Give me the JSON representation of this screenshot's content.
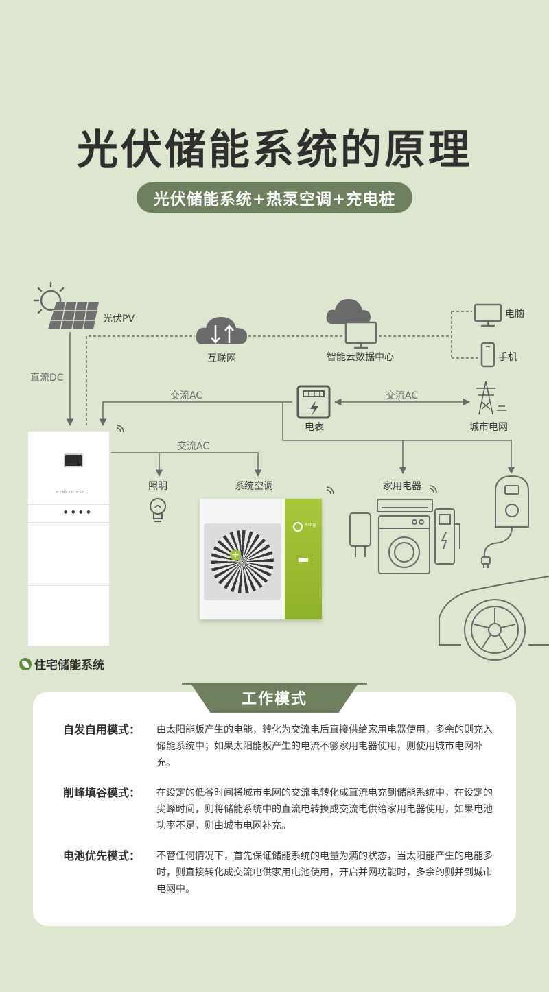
{
  "title": "光伏储能系统的原理",
  "subtitle": "光伏储能系统+热泵空调+充电桩",
  "nodes": {
    "pv": "光伏PV",
    "internet": "互联网",
    "cloud_center": "智能云数据中心",
    "computer": "电脑",
    "phone": "手机",
    "meter": "电表",
    "grid": "城市电网",
    "lighting": "照明",
    "ac_system": "系统空调",
    "appliances": "家用电器",
    "storage_system": "住宅储能系统"
  },
  "flows": {
    "dc": "直流DC",
    "ac_top": "交流AC",
    "ac_grid": "交流AC",
    "ac_load": "交流AC"
  },
  "storage_brand": "MENRED ESS",
  "heatpump_brand": "+mg",
  "work_mode": {
    "heading": "工作模式",
    "modes": [
      {
        "name": "自发自用模式：",
        "text": "由太阳能板产生的电能，转化为交流电后直接供给家用电器使用，多余的则充入储能系统中；如果太阳能板产生的电流不够家用电器使用，则使用城市电网补充。"
      },
      {
        "name": "削峰填谷模式：",
        "text": "在设定的低谷时间将城市电网的交流电转化成直流电充到储能系统中，在设定的尖峰时间，则将储能系统中的直流电转换成交流电供给家用电器使用，如果电池功率不足，则由城市电网补充。"
      },
      {
        "name": "电池优先模式：",
        "text": "不管任何情况下，首先保证储能系统的电量为满的状态，当太阳能产生的电能多时，则直接转化成交流电供家用电池使用，开启并网功能时，多余的则并到城市电网中。"
      }
    ]
  },
  "colors": {
    "background": "#dde6cf",
    "accent": "#6e7f5e",
    "line": "#6b6b6b",
    "heatpump": "#a7c83a"
  }
}
